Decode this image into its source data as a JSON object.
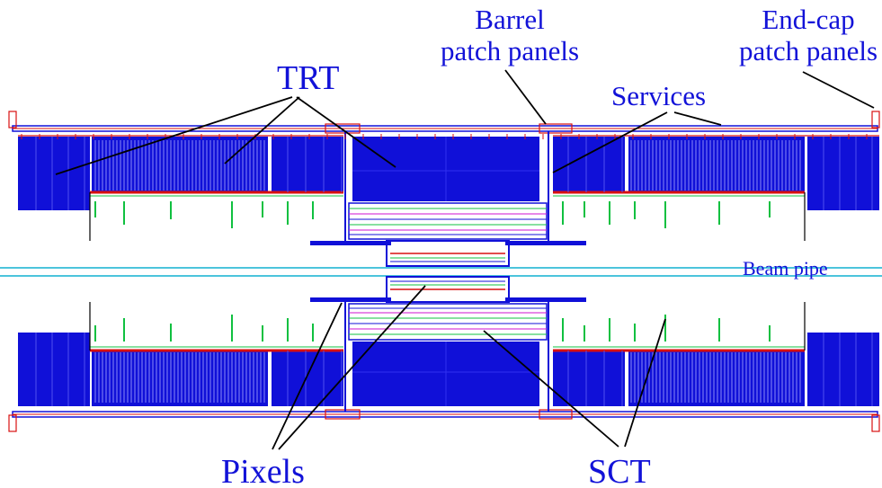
{
  "labels": {
    "trt": "TRT",
    "barrel_patch_line1": "Barrel",
    "barrel_patch_line2": "patch panels",
    "endcap_patch_line1": "End-cap",
    "endcap_patch_line2": "patch panels",
    "services": "Services",
    "beam_pipe": "Beam pipe",
    "pixels": "Pixels",
    "sct": "SCT"
  },
  "colors": {
    "detector_blue": "#1010d8",
    "label_blue": "#1212d8",
    "outline_red": "#d81010",
    "sct_green": "#10c040",
    "sct_magenta": "#d010d0",
    "beam_cyan": "#10b0d0",
    "leader_black": "#000000"
  }
}
